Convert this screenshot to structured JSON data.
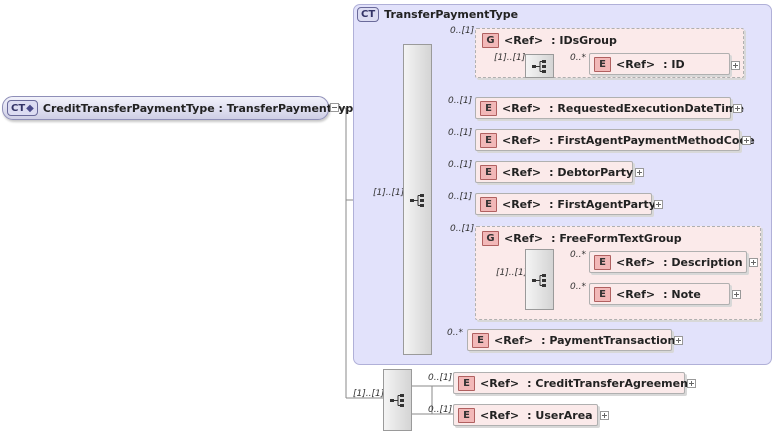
{
  "root": {
    "badge": "CT",
    "name": "CreditTransferPaymentType",
    "separator": ":",
    "type": "TransferPaymentType"
  },
  "complex_type": {
    "badge": "CT",
    "title": "TransferPaymentType"
  },
  "ref_label": "<Ref>",
  "element_badge": "E",
  "group_badge": "G",
  "cardinalities": {
    "outer_seq": "[1]..[1]",
    "inner_seq": "[1]..[1]",
    "ids_group": "0..[1]",
    "ids_seq": "[1]..[1]",
    "id": "0..*",
    "requested": "0..[1]",
    "first_method": "0..[1]",
    "debtor": "0..[1]",
    "first_agent": "0..[1]",
    "freeform_group": "0..[1]",
    "freeform_seq": "[1]..[1]",
    "description": "0..*",
    "note": "0..*",
    "payment_tx": "0..*",
    "credit_agreement": "0..[1]",
    "user_area": "0..[1]"
  },
  "groups": {
    "ids": ": IDsGroup",
    "freeform": ": FreeFormTextGroup"
  },
  "elements": {
    "id": ": ID",
    "requested": ": RequestedExecutionDateTime",
    "first_method": ": FirstAgentPaymentMethodCode",
    "debtor": ": DebtorParty",
    "first_agent": ": FirstAgentParty",
    "description": ": Description",
    "note": ": Note",
    "payment_tx": ": PaymentTransaction",
    "credit_agreement": ": CreditTransferAgreement",
    "user_area": ": UserArea"
  },
  "icons": {
    "sequence": "sequence-compositor-icon",
    "expand": "plus-icon",
    "collapse": "minus-icon"
  }
}
